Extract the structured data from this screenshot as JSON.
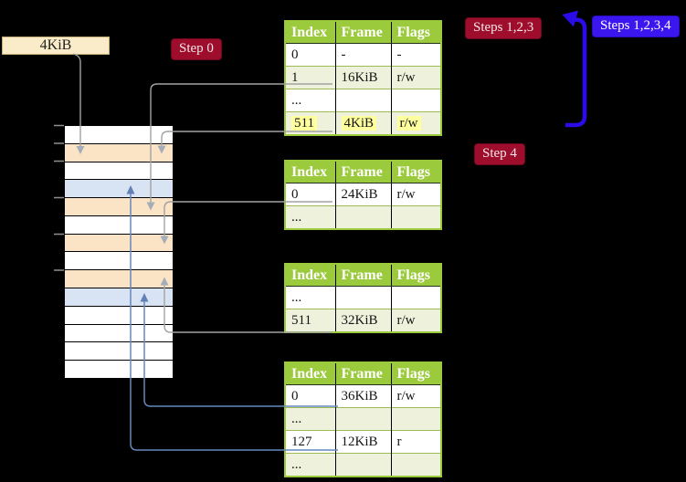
{
  "mem_label": {
    "text": "4KiB"
  },
  "badges": {
    "step0": "Step 0",
    "steps123": "Steps 1,2,3",
    "steps1234": "Steps 1,2,3,4",
    "step4": "Step 4"
  },
  "memory_strip": {
    "rows": [
      "white",
      "peach",
      "white",
      "blue",
      "peach",
      "white",
      "peach",
      "white",
      "peach",
      "blue",
      "white",
      "white",
      "white",
      "white"
    ]
  },
  "tables": [
    {
      "headers": [
        "Index",
        "Frame",
        "Flags"
      ],
      "rows": [
        {
          "cells": [
            "0",
            "-",
            "-"
          ],
          "shaded": false,
          "highlight": false
        },
        {
          "cells": [
            "1",
            "16KiB",
            "r/w"
          ],
          "shaded": true,
          "highlight": false
        },
        {
          "cells": [
            "...",
            "",
            ""
          ],
          "shaded": false,
          "highlight": false
        },
        {
          "cells": [
            "511",
            "4KiB",
            "r/w"
          ],
          "shaded": true,
          "highlight": true
        }
      ]
    },
    {
      "headers": [
        "Index",
        "Frame",
        "Flags"
      ],
      "rows": [
        {
          "cells": [
            "0",
            "24KiB",
            "r/w"
          ],
          "shaded": false,
          "highlight": false
        },
        {
          "cells": [
            "...",
            "",
            ""
          ],
          "shaded": true,
          "highlight": false
        }
      ]
    },
    {
      "headers": [
        "Index",
        "Frame",
        "Flags"
      ],
      "rows": [
        {
          "cells": [
            "...",
            "",
            ""
          ],
          "shaded": false,
          "highlight": false
        },
        {
          "cells": [
            "511",
            "32KiB",
            "r/w"
          ],
          "shaded": true,
          "highlight": false
        }
      ]
    },
    {
      "headers": [
        "Index",
        "Frame",
        "Flags"
      ],
      "rows": [
        {
          "cells": [
            "0",
            "36KiB",
            "r/w"
          ],
          "shaded": false,
          "highlight": false
        },
        {
          "cells": [
            "...",
            "",
            ""
          ],
          "shaded": true,
          "highlight": false
        },
        {
          "cells": [
            "127",
            "12KiB",
            "r"
          ],
          "shaded": false,
          "highlight": false
        },
        {
          "cells": [
            "...",
            "",
            ""
          ],
          "shaded": true,
          "highlight": false
        }
      ]
    }
  ],
  "palette": {
    "table_header_green": "#9bca3c",
    "table_row_green": "#eef2dc",
    "highlight_yellow": "#ffff9e",
    "strip_peach": "#fbe3c5",
    "strip_blue": "#d8e3f3",
    "label_wheat": "#faecc9",
    "badge_red": "#9e0e2c",
    "badge_blue": "#3c16ef",
    "big_arrow_blue": "#2a0ce8",
    "connector_gray": "#a2a2a2",
    "connector_steel_blue": "#6787bd"
  }
}
